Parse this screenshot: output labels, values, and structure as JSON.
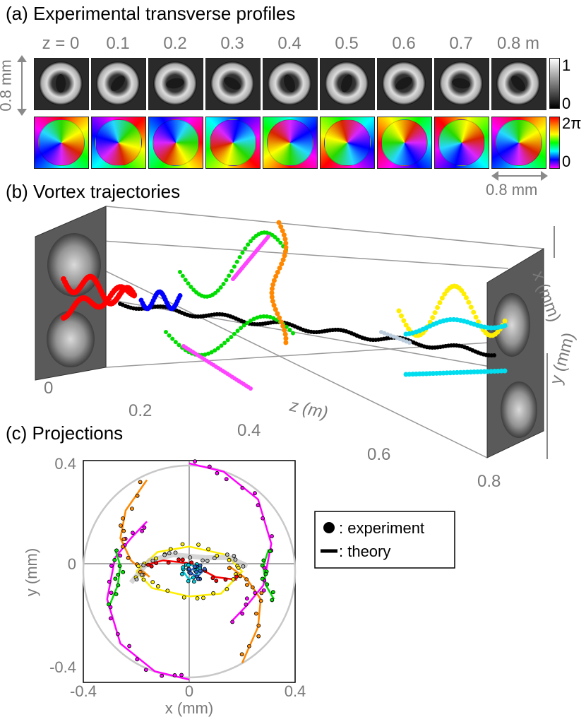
{
  "panel_a": {
    "title": "(a) Experimental transverse profiles",
    "z_labels": [
      "z = 0",
      "0.1",
      "0.2",
      "0.3",
      "0.4",
      "0.5",
      "0.6",
      "0.7",
      "0.8 m"
    ],
    "scale_vertical": "0.8 mm",
    "scale_horizontal": "0.8 mm",
    "amp_colorbar": {
      "max": "1",
      "min": "0"
    },
    "phase_colorbar": {
      "max": "2π",
      "min": "0"
    }
  },
  "panel_b": {
    "title": "(b) Vortex trajectories",
    "z_axis_label": "z (m)",
    "z_ticks": [
      "0",
      "0.2",
      "0.4",
      "0.6",
      "0.8"
    ],
    "x_axis_label": "x (mm)",
    "y_axis_label": "y (mm)",
    "trajectory_colors": [
      "#ff0000",
      "#0000ff",
      "#000000",
      "#00dd00",
      "#ff44ff",
      "#ff8800",
      "#ffee00",
      "#00ddee",
      "#bbccdd"
    ]
  },
  "panel_c": {
    "title": "(c) Projections",
    "xlabel": "x (mm)",
    "ylabel": "y (mm)",
    "xticks": [
      "-0.4",
      "0",
      "0.4"
    ],
    "yticks": [
      "0.4",
      "0",
      "-0.4"
    ],
    "legend": {
      "experiment": ": experiment",
      "theory": ": theory"
    }
  },
  "chart_data": {
    "type": "line",
    "title": "",
    "xlabel": "x (mm)",
    "ylabel": "y (mm)",
    "xlim": [
      -0.4,
      0.4
    ],
    "ylim": [
      -0.4,
      0.4
    ],
    "boundary_circle_radius": 0.4,
    "series": [
      {
        "color": "#ff00ff",
        "points": [
          [
            0.0,
            0.39
          ],
          [
            0.13,
            0.36
          ],
          [
            0.26,
            0.26
          ],
          [
            0.31,
            0.1
          ],
          [
            0.28,
            -0.05
          ],
          [
            0.22,
            -0.12
          ],
          [
            0.16,
            -0.18
          ]
        ]
      },
      {
        "color": "#ff00ff",
        "points": [
          [
            0.0,
            -0.39
          ],
          [
            -0.13,
            -0.36
          ],
          [
            -0.26,
            -0.26
          ],
          [
            -0.31,
            -0.1
          ],
          [
            -0.28,
            0.05
          ],
          [
            -0.22,
            0.12
          ],
          [
            -0.16,
            0.18
          ]
        ]
      },
      {
        "color": "#ff8800",
        "points": [
          [
            -0.16,
            0.33
          ],
          [
            -0.24,
            0.22
          ],
          [
            -0.26,
            0.12
          ],
          [
            -0.22,
            0.04
          ],
          [
            -0.15,
            -0.02
          ]
        ]
      },
      {
        "color": "#ff8800",
        "points": [
          [
            0.2,
            -0.33
          ],
          [
            0.26,
            -0.2
          ],
          [
            0.27,
            -0.1
          ],
          [
            0.22,
            -0.03
          ],
          [
            0.15,
            0.02
          ]
        ]
      },
      {
        "color": "#ffee00",
        "points": [
          [
            -0.2,
            0.0
          ],
          [
            -0.12,
            0.07
          ],
          [
            0.0,
            0.09
          ],
          [
            0.14,
            0.06
          ],
          [
            0.2,
            0.0
          ],
          [
            0.12,
            -0.08
          ],
          [
            0.0,
            -0.09
          ],
          [
            -0.14,
            -0.06
          ],
          [
            -0.2,
            0.0
          ]
        ]
      },
      {
        "color": "#00dd00",
        "points": [
          [
            -0.28,
            0.08
          ],
          [
            -0.26,
            0.02
          ],
          [
            -0.27,
            -0.05
          ],
          [
            -0.3,
            -0.12
          ]
        ]
      },
      {
        "color": "#00dd00",
        "points": [
          [
            0.3,
            0.08
          ],
          [
            0.28,
            0.02
          ],
          [
            0.29,
            -0.05
          ],
          [
            0.32,
            -0.1
          ]
        ]
      },
      {
        "color": "#ff0000",
        "points": [
          [
            -0.18,
            0.02
          ],
          [
            -0.1,
            0.04
          ],
          [
            0.0,
            0.03
          ],
          [
            0.1,
            -0.02
          ],
          [
            0.18,
            -0.03
          ]
        ]
      },
      {
        "color": "#bbbbbb",
        "points": [
          [
            -0.22,
            -0.04
          ],
          [
            -0.15,
            0.04
          ],
          [
            -0.06,
            0.06
          ],
          [
            0.06,
            0.05
          ],
          [
            0.15,
            0.05
          ],
          [
            0.22,
            0.02
          ]
        ]
      },
      {
        "color": "#00ccdd",
        "points": [
          [
            -0.03,
            0.01
          ],
          [
            0.0,
            0.03
          ],
          [
            0.04,
            0.0
          ],
          [
            0.0,
            -0.03
          ],
          [
            -0.03,
            0.01
          ]
        ]
      },
      {
        "color": "#3366cc",
        "points": [
          [
            0.0,
            0.0
          ],
          [
            0.03,
            0.02
          ],
          [
            0.05,
            0.0
          ],
          [
            0.03,
            -0.02
          ],
          [
            0.0,
            0.0
          ]
        ]
      }
    ]
  }
}
